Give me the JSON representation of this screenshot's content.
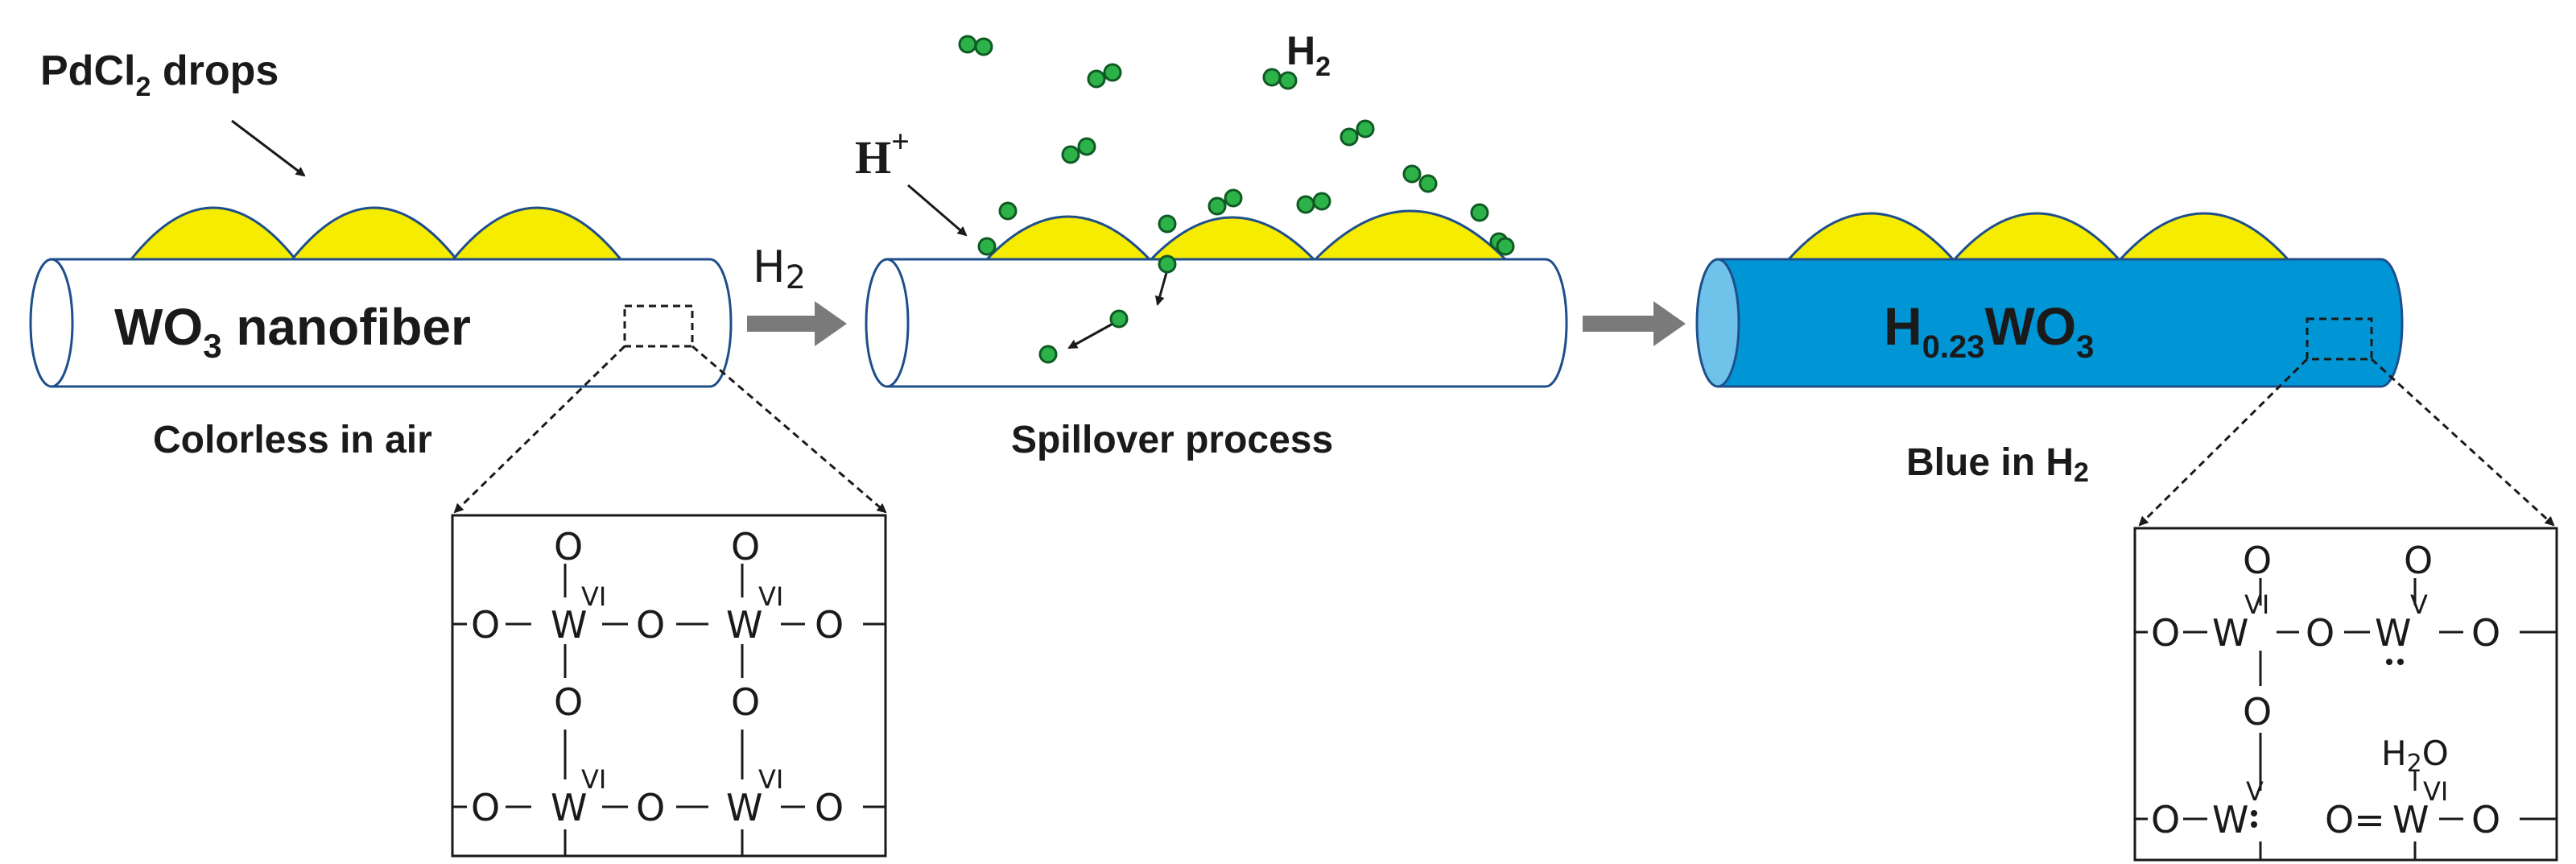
{
  "colors": {
    "outline": "#1f4e8c",
    "drop_fill": "#f5ec00",
    "molecule_fill": "#2db24a",
    "molecule_stroke": "#0f5a22",
    "tube_blue": "#0096d6",
    "tube_blue_end": "#6fc3ea",
    "arrow_gray": "#7a7a7a"
  },
  "labels": {
    "pdcl2_main": "PdCl",
    "pdcl2_sub": "2",
    "pdcl2_tail": " drops",
    "wo3_main": "WO",
    "wo3_sub": "3",
    "wo3_tail": " nanofiber",
    "colorless": "Colorless in air",
    "h2_arrow_main": "H",
    "h2_arrow_sub": "2",
    "h_plus_main": "H",
    "h_plus_sup": "+",
    "h2_top_main": "H",
    "h2_top_sub": "2",
    "spillover": "Spillover process",
    "hwo3_h": "H",
    "hwo3_sub1": "0.23",
    "hwo3_wo": "WO",
    "hwo3_sub2": "3",
    "blue_main": "Blue in H",
    "blue_sub": "2"
  },
  "structure_left": {
    "o": "O",
    "w": "W",
    "ox_vi": "VI"
  },
  "structure_right": {
    "o": "O",
    "w": "W",
    "ox_vi": "VI",
    "ox_v": "V",
    "h2o_main": "H",
    "h2o_sub": "2",
    "h2o_tail": "O",
    "double_bond_o": "O="
  }
}
